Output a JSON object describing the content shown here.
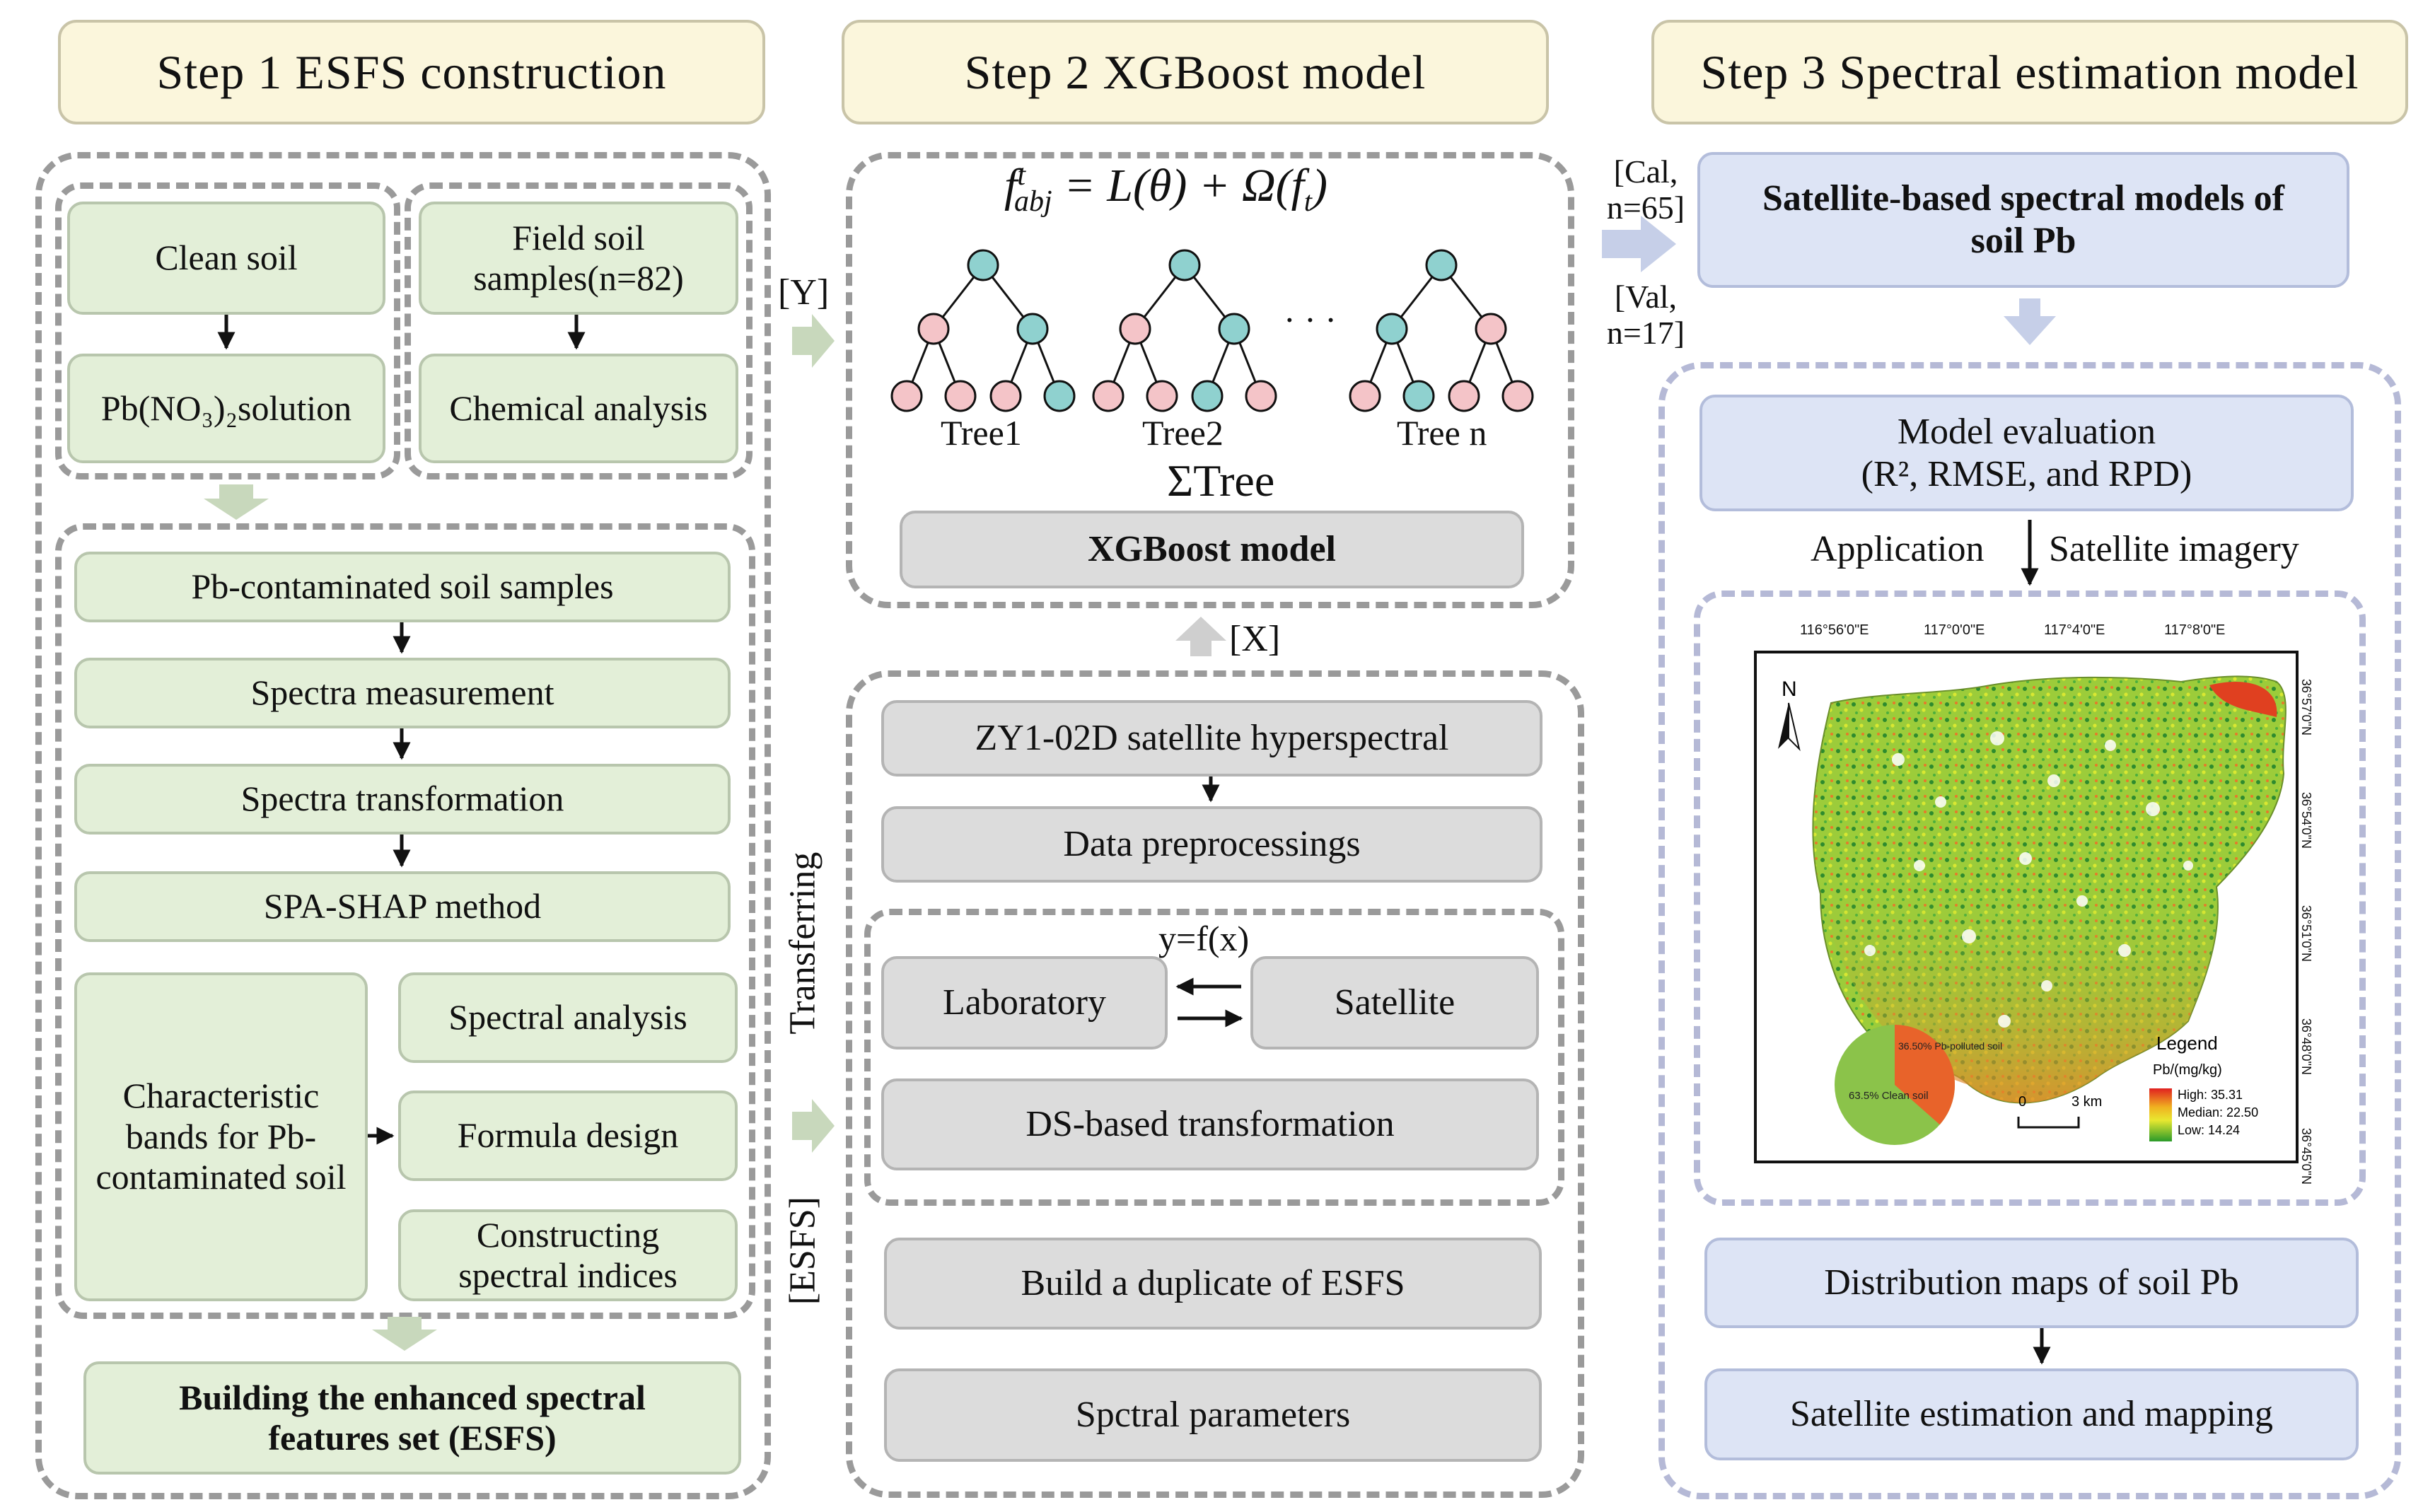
{
  "headers": {
    "step1": "Step 1 ESFS construction",
    "step2": "Step 2 XGBoost model",
    "step3": "Step 3 Spectral estimation model"
  },
  "step1": {
    "clean_soil": "Clean soil",
    "pb_solution": "Pb(NO₃)₂solution",
    "field_samples": "Field soil samples(n=82)",
    "chemical_analysis": "Chemical analysis",
    "pb_samples": "Pb-contaminated soil samples",
    "spectra_measurement": "Spectra measurement",
    "spectra_transformation": "Spectra transformation",
    "spa_shap": "SPA-SHAP method",
    "characteristic_bands": "Characteristic bands for Pb-contaminated soil",
    "spectral_analysis": "Spectral analysis",
    "formula_design": "Formula design",
    "constructing_indices": "Constructing spectral indices",
    "building_esfs": "Building the enhanced spectral features set (ESFS)"
  },
  "step2": {
    "formula": "f_abj^t = L(θ) + Ω(f_t)",
    "trees": [
      "Tree1",
      "Tree2",
      "Tree n"
    ],
    "ellipsis": "· · ·",
    "sum_tree": "ΣTree",
    "xgboost_model": "XGBoost model",
    "zy1": "ZY1-02D satellite hyperspectral",
    "data_preprocessing": "Data preprocessings",
    "y_fx": "y=f(x)",
    "laboratory": "Laboratory",
    "satellite": "Satellite",
    "ds_transformation": "DS-based transformation",
    "build_duplicate": "Build a duplicate of ESFS",
    "spectral_parameters": "Spctral parameters"
  },
  "connectors": {
    "y_label": "[Y]",
    "x_label": "[X]",
    "transferring": "Transferring",
    "esfs_label": "[ESFS]",
    "cal_label": "[Cal, n=65]",
    "val_label": "[Val, n=17]"
  },
  "step3": {
    "satellite_models": "Satellite-based spectral models of soil Pb",
    "model_evaluation": "Model evaluation",
    "metrics": "(R², RMSE, and RPD)",
    "application": "Application",
    "satellite_imagery": "Satellite  imagery",
    "distribution_maps": "Distribution maps of soil Pb",
    "satellite_estimation": "Satellite estimation and mapping"
  },
  "map": {
    "north": "N",
    "lon_ticks": [
      "116°56'0\"E",
      "117°0'0\"E",
      "117°4'0\"E",
      "117°8'0\"E"
    ],
    "lat_ticks": [
      "36°57'0\"N",
      "36°54'0\"N",
      "36°51'0\"N",
      "36°48'0\"N",
      "36°45'0\"N"
    ],
    "legend_title": "Legend",
    "legend_unit": "Pb/(mg/kg)",
    "high": "High: 35.31",
    "median": "Median: 22.50",
    "low": "Low: 14.24",
    "scale_0": "0",
    "scale_3": "3 km",
    "pie_clean": "63.5% Clean soil",
    "pie_polluted": "36.50% Pb-polluted soil",
    "pie_clean_pct": 63.5,
    "pie_polluted_pct": 36.5
  },
  "colors": {
    "header_fill": "#fbf6dc",
    "green_fill": "#e3efd8",
    "gray_fill": "#dcdcdc",
    "blue_fill": "#dde4f5",
    "node_pink": "#f4c4c8",
    "node_teal": "#8fd1cf"
  }
}
